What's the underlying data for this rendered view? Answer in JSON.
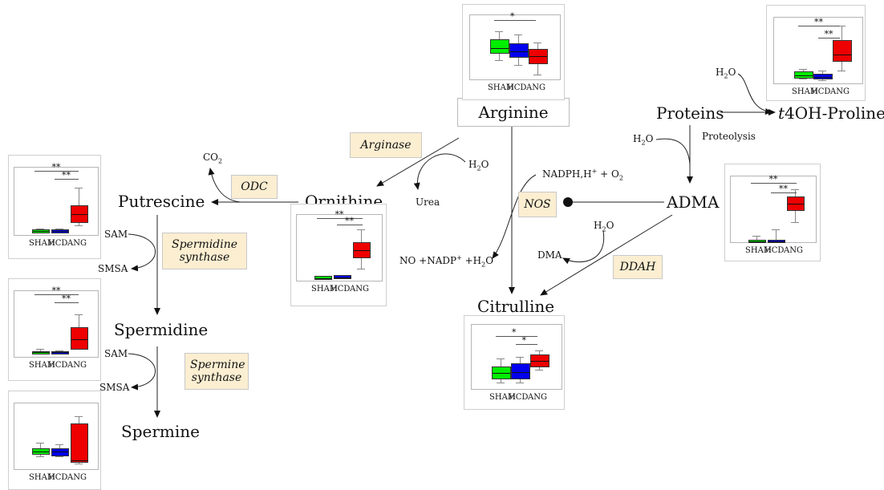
{
  "metabolites": {
    "arginine": "Arginine",
    "ornithine": "Ornithine",
    "putrescine": "Putrescine",
    "spermidine": "Spermidine",
    "spermine": "Spermine",
    "citrulline": "Citrulline",
    "adma": "ADMA",
    "proteins": "Proteins",
    "hydroxyproline_prefix": "t",
    "hydroxyproline": "4OH-Proline"
  },
  "enzymes": {
    "arginase": "Arginase",
    "odc": "ODC",
    "spermidine_synthase": "Spermidine synthase",
    "spermine_synthase": "Spermine synthase",
    "nos": "NOS",
    "ddah": "DDAH"
  },
  "cofactors": {
    "co2": "CO",
    "co2_sub": "2",
    "h2o_h": "H",
    "h2o_sub": "2",
    "h2o_o": "O",
    "urea": "Urea",
    "sam": "SAM",
    "smsa": "SMSA",
    "dma": "DMA",
    "proteolysis": "Proteolysis",
    "nadph": "NADPH,H",
    "nadph_plus": "+",
    "nadph_mid": " + O",
    "nadph_sub": "2",
    "no_a": "NO +NADP",
    "no_plus": "+",
    "no_b": " +H",
    "no_sub": "2",
    "no_c": "O"
  },
  "groups": [
    "SHAM",
    "HCD",
    "ANG"
  ],
  "colors": {
    "sham": "#00ee00",
    "hcd": "#0000ee",
    "ang": "#ee0000",
    "enzyme_bg": "#fbeed1"
  },
  "significance": {
    "double": "**",
    "single": "*"
  },
  "chart_data": [
    {
      "id": "arginine",
      "type": "box",
      "categories": [
        "SHAM",
        "HCD",
        "ANG"
      ],
      "significance": [
        {
          "pair": [
            "SHAM",
            "ANG"
          ],
          "label": "*"
        }
      ]
    },
    {
      "id": "hydroxyproline",
      "type": "box",
      "categories": [
        "SHAM",
        "HCD",
        "ANG"
      ],
      "significance": [
        {
          "pair": [
            "SHAM",
            "ANG"
          ],
          "label": "**"
        },
        {
          "pair": [
            "HCD",
            "ANG"
          ],
          "label": "**"
        }
      ]
    },
    {
      "id": "putrescine",
      "type": "box",
      "categories": [
        "SHAM",
        "HCD",
        "ANG"
      ],
      "significance": [
        {
          "pair": [
            "SHAM",
            "ANG"
          ],
          "label": "**"
        },
        {
          "pair": [
            "HCD",
            "ANG"
          ],
          "label": "**"
        }
      ]
    },
    {
      "id": "ornithine",
      "type": "box",
      "categories": [
        "SHAM",
        "HCD",
        "ANG"
      ],
      "significance": [
        {
          "pair": [
            "SHAM",
            "ANG"
          ],
          "label": "**"
        },
        {
          "pair": [
            "HCD",
            "ANG"
          ],
          "label": "**"
        }
      ]
    },
    {
      "id": "adma",
      "type": "box",
      "categories": [
        "SHAM",
        "HCD",
        "ANG"
      ],
      "significance": [
        {
          "pair": [
            "SHAM",
            "ANG"
          ],
          "label": "**"
        },
        {
          "pair": [
            "HCD",
            "ANG"
          ],
          "label": "**"
        }
      ]
    },
    {
      "id": "spermidine",
      "type": "box",
      "categories": [
        "SHAM",
        "HCD",
        "ANG"
      ],
      "significance": [
        {
          "pair": [
            "SHAM",
            "ANG"
          ],
          "label": "**"
        },
        {
          "pair": [
            "HCD",
            "ANG"
          ],
          "label": "**"
        }
      ]
    },
    {
      "id": "citrulline",
      "type": "box",
      "categories": [
        "SHAM",
        "HCD",
        "ANG"
      ],
      "significance": [
        {
          "pair": [
            "SHAM",
            "ANG"
          ],
          "label": "*"
        },
        {
          "pair": [
            "HCD",
            "ANG"
          ],
          "label": "*"
        }
      ]
    },
    {
      "id": "spermine",
      "type": "box",
      "categories": [
        "SHAM",
        "HCD",
        "ANG"
      ],
      "significance": []
    }
  ]
}
